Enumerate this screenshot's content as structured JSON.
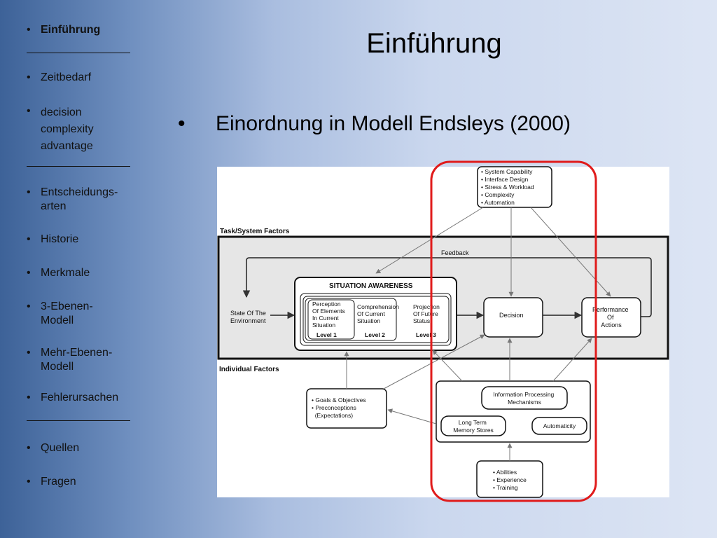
{
  "sidebar": {
    "items": [
      {
        "label": "Einführung",
        "active": true
      },
      {
        "label": "Zeitbedarf",
        "active": false
      },
      {
        "label": "decision\ncomplexity\nadvantage",
        "active": false
      },
      {
        "label": "Entscheidungs-\narten",
        "active": false
      },
      {
        "label": "Historie",
        "active": false
      },
      {
        "label": "Merkmale",
        "active": false
      },
      {
        "label": "3-Ebenen-\nModell",
        "active": false
      },
      {
        "label": "Mehr-Ebenen-\nModell",
        "active": false
      },
      {
        "label": "Fehlerursachen",
        "active": false
      },
      {
        "label": "Quellen",
        "active": false
      },
      {
        "label": "Fragen",
        "active": false
      }
    ],
    "bullet": "•"
  },
  "slide": {
    "title": "Einführung",
    "bullet": "•",
    "bullet_text": "Einordnung in Modell Endsleys (2000)"
  },
  "diagram": {
    "task_system_header": "Task/System Factors",
    "individual_header": "Individual Factors",
    "task_factors": [
      "• System Capability",
      "• Interface Design",
      "• Stress & Workload",
      "• Complexity",
      "• Automation"
    ],
    "feedback": "Feedback",
    "state": [
      "State Of The",
      "Environment"
    ],
    "sa_title": "SITUATION AWARENESS",
    "level1_text": [
      "Perception",
      "Of Elements",
      "In Current",
      "Situation"
    ],
    "level1_label": "Level 1",
    "level2_text": [
      "Comprehension",
      "Of Current",
      "Situation"
    ],
    "level2_label": "Level 2",
    "level3_text": [
      "Projection",
      "Of Future",
      "Status"
    ],
    "level3_label": "Level 3",
    "decision": "Decision",
    "performance": [
      "Performance",
      "Of",
      "Actions"
    ],
    "goals": [
      "• Goals & Objectives",
      "• Preconceptions",
      "  (Expectations)"
    ],
    "info_processing": [
      "Information Processing",
      "Mechanisms"
    ],
    "ltm": [
      "Long Term",
      "Memory Stores"
    ],
    "automaticity": "Automaticity",
    "abilities": [
      "• Abilities",
      "• Experience",
      "• Training"
    ],
    "highlight_color": "#e01b1b"
  }
}
